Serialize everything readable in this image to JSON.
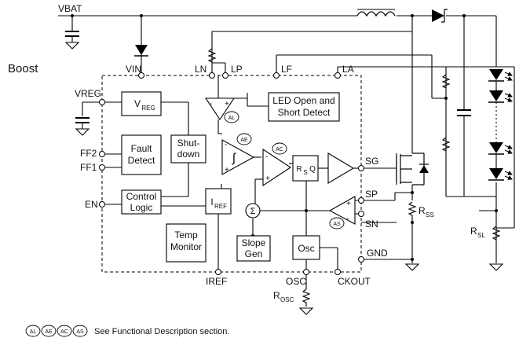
{
  "title": "Boost",
  "pins": {
    "vbat": "VBAT",
    "vin": "VIN",
    "vreg": "VREG",
    "ff2": "FF2",
    "ff1": "FF1",
    "en": "EN",
    "ln": "LN",
    "lp": "LP",
    "lf": "LF",
    "la": "LA",
    "sg": "SG",
    "sp": "SP",
    "sn": "SN",
    "gnd": "GND",
    "iref": "IREF",
    "osc": "OSC",
    "ckout": "CKOUT"
  },
  "blocks": {
    "vreg_main": "V",
    "vreg_sub": "REG",
    "fault_1": "Fault",
    "fault_2": "Detect",
    "shutdown_1": "Shut-",
    "shutdown_2": "down",
    "control_1": "Control",
    "control_2": "Logic",
    "iref_main": "I",
    "iref_sub": "REF",
    "temp_1": "Temp",
    "temp_2": "Monitor",
    "led_detect_1": "LED Open and",
    "led_detect_2": "Short Detect",
    "slope_1": "Slope",
    "slope_2": "Gen",
    "osc": "Osc",
    "latch_r": "R",
    "latch_s": "S",
    "latch_q": "Q",
    "integrator": "∫",
    "sum": "Σ"
  },
  "tags": {
    "al": "AL",
    "ae": "AE",
    "ac": "AC",
    "as": "AS"
  },
  "components": {
    "rss_main": "R",
    "rss_sub": "SS",
    "rsl_main": "R",
    "rsl_sub": "SL",
    "rosc_main": "R",
    "rosc_sub": "OSC"
  },
  "footnote": "See Functional Description section."
}
